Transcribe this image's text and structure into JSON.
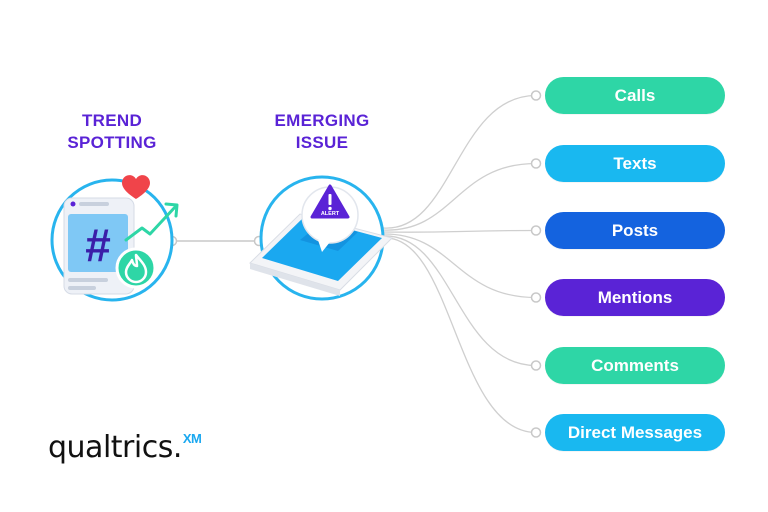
{
  "nodes": {
    "trend": {
      "line1": "TREND",
      "line2": "SPOTTING"
    },
    "issue": {
      "line1": "EMERGING",
      "line2": "ISSUE"
    }
  },
  "alert_text": "ALERT",
  "channels": [
    {
      "label": "Calls",
      "color": "#2ed6a6"
    },
    {
      "label": "Texts",
      "color": "#19b8f0"
    },
    {
      "label": "Posts",
      "color": "#1463df"
    },
    {
      "label": "Mentions",
      "color": "#5a23d6"
    },
    {
      "label": "Comments",
      "color": "#2ed6a6"
    },
    {
      "label": "Direct Messages",
      "color": "#19b8f0"
    }
  ],
  "logo": {
    "name": "qualtrics.",
    "mark": "XM"
  },
  "colors": {
    "heading": "#5a23d6",
    "circle_border": "#28b4ee",
    "connector": "#c8c8c8"
  }
}
